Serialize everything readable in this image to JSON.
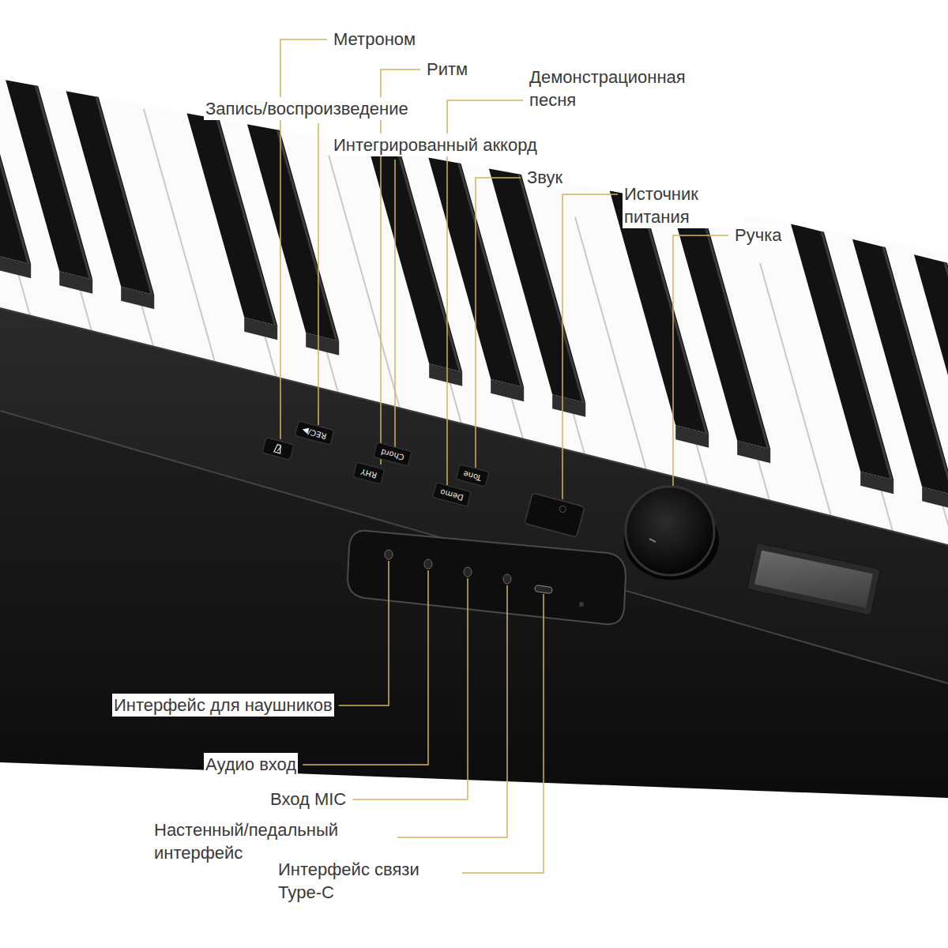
{
  "diagram": {
    "labels": [
      "Метроном",
      "Ритм",
      "Демонстрационная песня",
      "Запись/воспроизведение",
      "Интегрированный аккорд",
      "Звук",
      "Источник питания",
      "Ручка",
      "Интерфейс для наушников",
      "Аудио вход",
      "Вход MIC",
      "Настенный/педальный интерфейс",
      "Интерфейс связи Type-C",
      "REC/▶",
      "Chord",
      "RHY",
      "Demo",
      "Tone"
    ]
  }
}
